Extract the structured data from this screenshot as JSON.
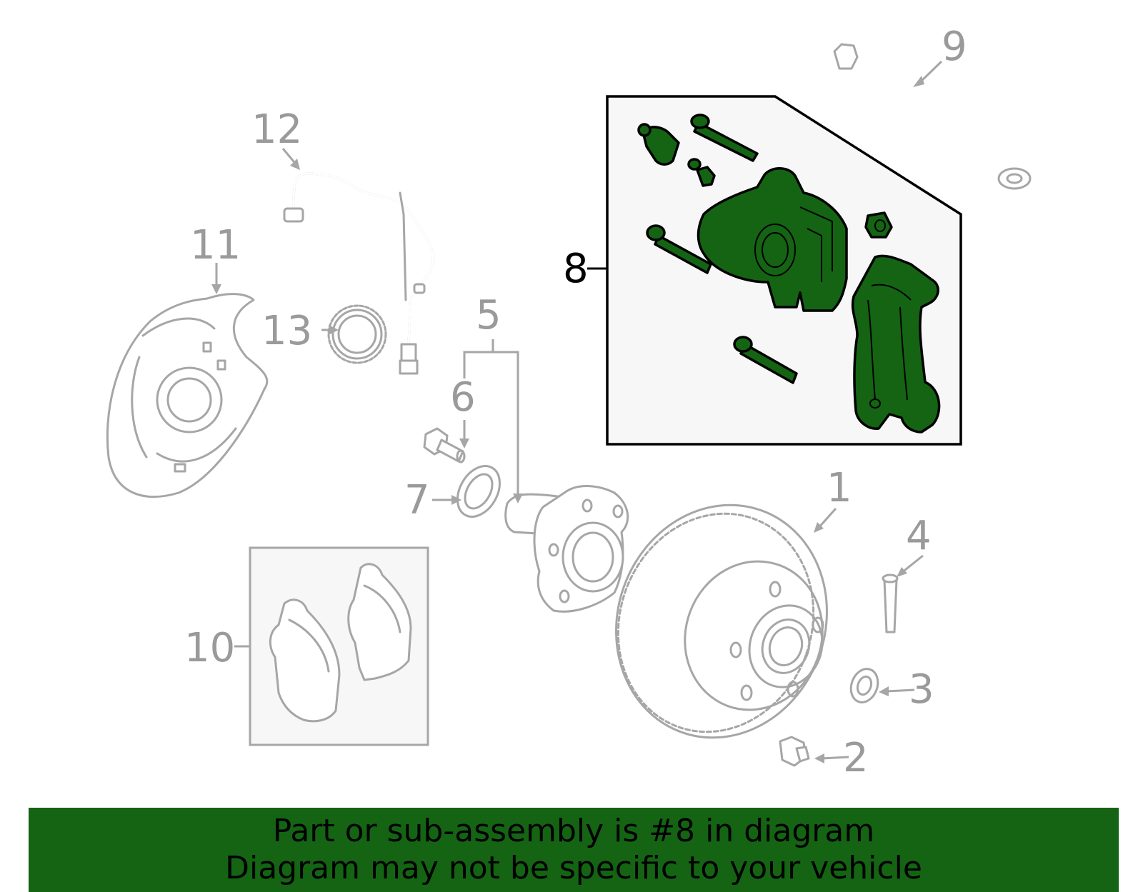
{
  "callouts": {
    "c1": "1",
    "c2": "2",
    "c3": "3",
    "c4": "4",
    "c5": "5",
    "c6": "6",
    "c7": "7",
    "c8": "8",
    "c9": "9",
    "c10": "10",
    "c11": "11",
    "c12": "12",
    "c13": "13"
  },
  "highlighted_part": "8",
  "colors": {
    "highlight": "#146414",
    "part_outline": "#a6a6a6",
    "callout_text": "#9a9a9a",
    "box_fill": "#f7f7f7"
  },
  "banner": {
    "line1": "Part or sub-assembly is #8 in diagram",
    "line2": "Diagram may not be specific to your vehicle"
  }
}
